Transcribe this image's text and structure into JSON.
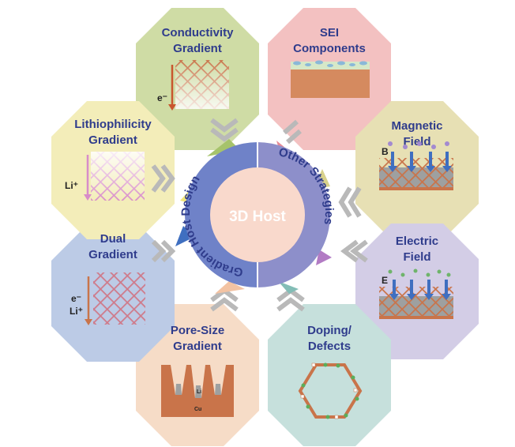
{
  "center": {
    "label": "3D Host"
  },
  "ring": {
    "left_label": "Gradient Host Design",
    "right_label": "Other Strategies"
  },
  "panels": {
    "conductivity": {
      "title_line1": "Conductivity",
      "title_line2": "Gradient",
      "marker": "e⁻"
    },
    "sei": {
      "title_line1": "SEI",
      "title_line2": "Components"
    },
    "magnetic": {
      "title_line1": "Magnetic",
      "title_line2": "Field",
      "marker": "B"
    },
    "electric": {
      "title_line1": "Electric",
      "title_line2": "Field",
      "marker": "E"
    },
    "doping": {
      "title_line1": "Doping/",
      "title_line2": "Defects"
    },
    "poresize": {
      "title_line1": "Pore-Size",
      "title_line2": "Gradient",
      "label_li": "Li",
      "label_cu": "Cu"
    },
    "dual": {
      "title_line1": "Dual",
      "title_line2": "Gradient",
      "marker1": "e⁻",
      "marker2": "Li⁺"
    },
    "lithiophilicity": {
      "title_line1": "Lithiophilicity",
      "title_line2": "Gradient",
      "marker": "Li⁺"
    }
  },
  "colors": {
    "conductivity": "#cfdca5",
    "sei": "#f3c1c1",
    "magnetic": "#e7e0b4",
    "electric": "#d3cde6",
    "doping": "#c6e0dc",
    "poresize": "#f6dcc7",
    "dual": "#bccbe6",
    "lithiophilicity": "#f3edb9",
    "ring_left": "#6f82c8",
    "ring_right": "#8d8fca",
    "center": "#f9d9cc",
    "title": "#2f3c8c",
    "copper": "#c9744a"
  }
}
